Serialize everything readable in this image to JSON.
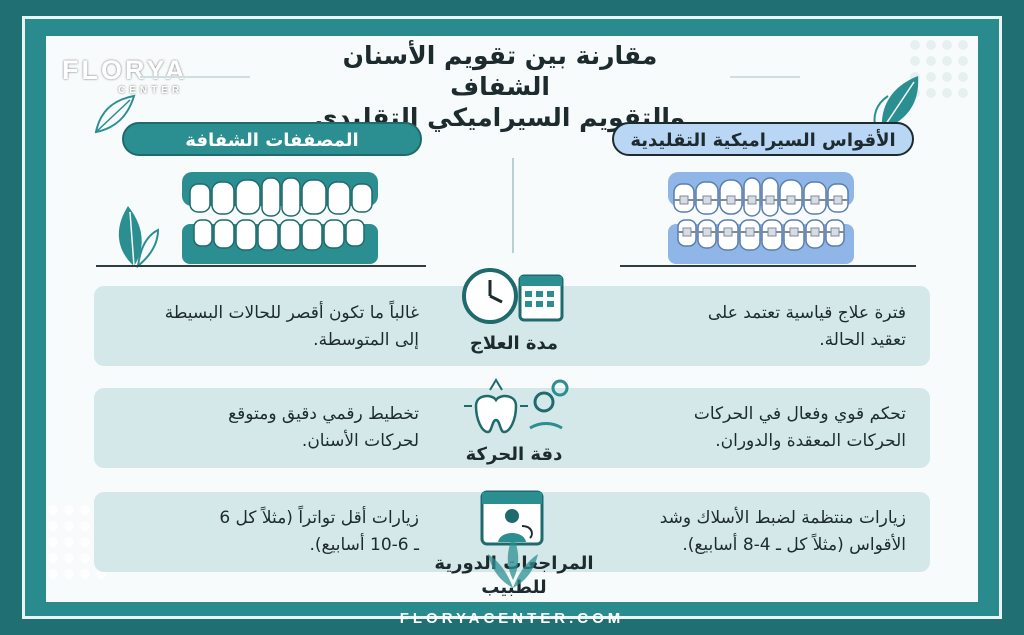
{
  "header": {
    "title_line1": "مقارنة بين تقويم الأسنان الشفاف",
    "title_line2": "والتقويم السيراميكي التقليدي"
  },
  "brand": {
    "logo": "FLORYA",
    "logo_sub": "CENTER",
    "footer": "FLORYACENTER.COM"
  },
  "columns": {
    "left_title": "المصففات الشفافة",
    "right_title": "الأقواس السيراميكية التقليدية"
  },
  "rows": [
    {
      "label": "مدة العلاج",
      "left_line1": "غالباً ما تكون أقصر للحالات البسيطة",
      "left_line2": "إلى المتوسطة.",
      "right_line1": "فترة علاج قياسية تعتمد على",
      "right_line2": "تعقيد الحالة."
    },
    {
      "label": "دقة الحركة",
      "left_line1": "تخطيط رقمي دقيق ومتوقع",
      "left_line2": "لحركات الأسنان.",
      "right_line1": "تحكم قوي وفعال في الحركات",
      "right_line2": "الحركات المعقدة والدوران."
    },
    {
      "label": "المراجعات الدورية للطبيب",
      "left_line1": "زيارات أقل تواتراً (مثلاً كل 6",
      "left_line2": "ـ 6-10 أسابيع).",
      "right_line1": "زيارات منتظمة لضبط الأسلاك وشد",
      "right_line2": "الأقواس (مثلاً كل ـ 4-8 أسابيع)."
    }
  ],
  "colors": {
    "frame": "#1f6f73",
    "teal": "#2b8f91",
    "blue": "#b9d6f5",
    "card": "#d5e8e9"
  }
}
